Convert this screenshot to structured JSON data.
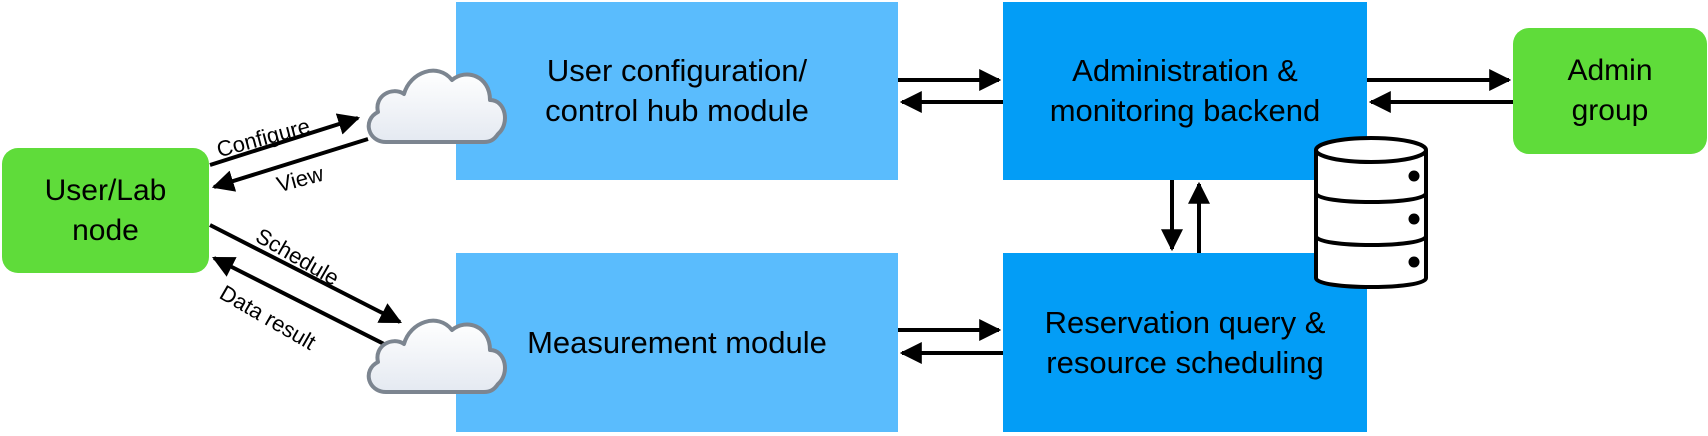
{
  "nodes": {
    "user_lab": "User/Lab\nnode",
    "hub": "User configuration/\ncontrol hub module",
    "admin_backend": "Administration &\nmonitoring backend",
    "admin_group": "Admin\ngroup",
    "measurement": "Measurement module",
    "reservation": "Reservation query &\nresource scheduling"
  },
  "edges": {
    "configure": "Configure",
    "view": "View",
    "schedule": "Schedule",
    "data_result": "Data result"
  },
  "colors": {
    "light_blue": "#5abcfd",
    "dark_blue": "#039df6",
    "green": "#5fdc3a"
  },
  "icons": [
    "cloud-icon",
    "cloud-icon",
    "database-icon"
  ]
}
